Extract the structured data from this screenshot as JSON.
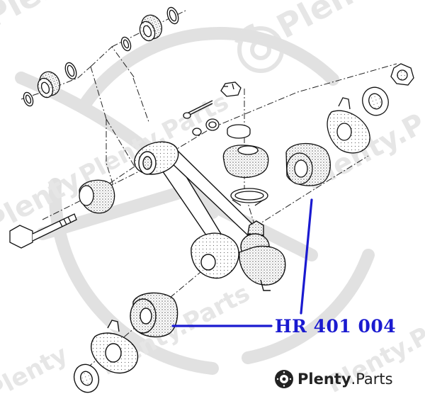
{
  "part_number": "HR 401 004",
  "brand": {
    "name": "Plenty",
    "separator": ".",
    "suffix": "Parts"
  },
  "watermark": {
    "text": "Plenty.Parts"
  },
  "icons": {
    "brand": "brake-disc-icon",
    "watermark": "brake-disc-icon"
  },
  "colors": {
    "callout": "#1a1ad0",
    "drawing": "#111111",
    "watermark": "#dcdcdc",
    "dot_fill": "#555555"
  }
}
